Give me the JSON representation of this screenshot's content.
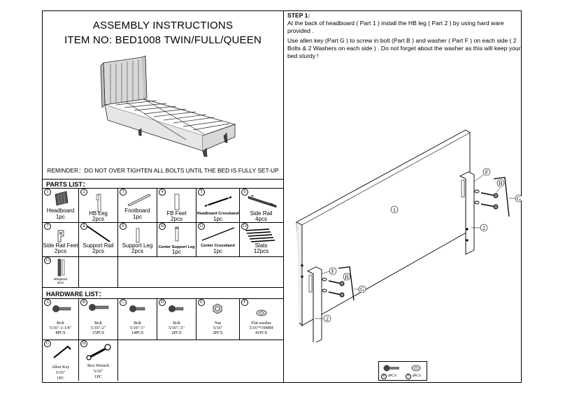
{
  "header": {
    "title_line1": "ASSEMBLY INSTRUCTIONS",
    "title_line2": "ITEM   NO: BED1008 TWIN/FULL/QUEEN"
  },
  "reminder": "REMINDER：DO NOT OVER TIGHTEN ALL BOLTS UNTIL THE BED IS FULLY SET-UP",
  "parts_list": {
    "title": "PARTS LIST：",
    "items": [
      {
        "num": "1",
        "name": "Headboard",
        "qty": "1pc",
        "icon": "headboard-icon"
      },
      {
        "num": "2",
        "name": "HB Leg",
        "qty": "2pcs",
        "icon": "hb-leg-icon"
      },
      {
        "num": "3",
        "name": "Footboard",
        "qty": "1pc",
        "icon": "footboard-icon"
      },
      {
        "num": "4",
        "name": "FB Feet",
        "qty": "2pcs",
        "icon": "fb-feet-icon"
      },
      {
        "num": "5",
        "name": "Headboard Crossband",
        "qty": "1pc",
        "icon": "crossband-icon"
      },
      {
        "num": "6",
        "name": "Side Rail",
        "qty": "4pcs",
        "icon": "side-rail-icon"
      },
      {
        "num": "7",
        "name": "Side Rail Feet",
        "qty": "2pcs",
        "icon": "side-rail-feet-icon"
      },
      {
        "num": "8",
        "name": "Support Rail",
        "qty": "2pcs",
        "icon": "support-rail-icon"
      },
      {
        "num": "9",
        "name": "Support Leg",
        "qty": "2pcs",
        "icon": "support-leg-icon"
      },
      {
        "num": "10",
        "name": "Center Support Leg",
        "qty": "1pc",
        "icon": "center-support-leg-icon"
      },
      {
        "num": "11",
        "name": "Center  Crossband",
        "qty": "1pc",
        "icon": "center-crossband-icon"
      },
      {
        "num": "12",
        "name": "Slats",
        "qty": "12pcs",
        "icon": "slats-icon"
      },
      {
        "num": "13",
        "name": "Wingback",
        "qty": "2pcs",
        "icon": "wingback-icon"
      }
    ]
  },
  "hardware_list": {
    "title": "HARDWARE LIST：",
    "items": [
      {
        "letter": "A",
        "name": "Bolt",
        "size": "5/16\"-1-1/4\"",
        "qty": "8PCS",
        "icon": "bolt-icon"
      },
      {
        "letter": "B",
        "name": "Bolt",
        "size": "5/16\"-2\"",
        "qty": "15PCS",
        "icon": "bolt-icon"
      },
      {
        "letter": "C",
        "name": "Bolt",
        "size": "5/16\"-1\"",
        "qty": "14PCS",
        "icon": "bolt-icon"
      },
      {
        "letter": "D",
        "name": "Bolt",
        "size": "5/16\"-.5\"",
        "qty": "2PCS",
        "icon": "bolt-icon"
      },
      {
        "letter": "E",
        "name": "Nut",
        "size": "5/16\"",
        "qty": "2PCS",
        "icon": "nut-icon"
      },
      {
        "letter": "F",
        "name": "Flat washer",
        "size": "5/16\"*19MM",
        "qty": "41PCS",
        "icon": "washer-icon"
      },
      {
        "letter": "G",
        "name": "Allen Key",
        "size": "5/16\"",
        "qty": "1PC",
        "icon": "allen-key-icon"
      },
      {
        "letter": "H",
        "name": "Box Wrench",
        "size": "5/16\"",
        "qty": "1PC",
        "icon": "box-wrench-icon"
      }
    ]
  },
  "step1": {
    "title": "STEP 1:",
    "para1": "At the back of headboard ( Part 1 ) install the HB leg ( Part 2 ) by using hard ware provided .",
    "para2": "Use allen key (Part G ) to screw in bolt (Part B ) and washer ( Part F ) on each side ( 2 Bolts & 2 Washers on each side ) . Do not forget about the washer as this will keep your bed sturdy !"
  },
  "diagram": {
    "callouts": {
      "headboard": "1",
      "leg": "2",
      "washer": "F",
      "bolt": "B",
      "key": "G"
    },
    "hardware_needed": [
      {
        "letter": "B",
        "qty": "4PCS"
      },
      {
        "letter": "F",
        "qty": "4PCS"
      }
    ]
  }
}
